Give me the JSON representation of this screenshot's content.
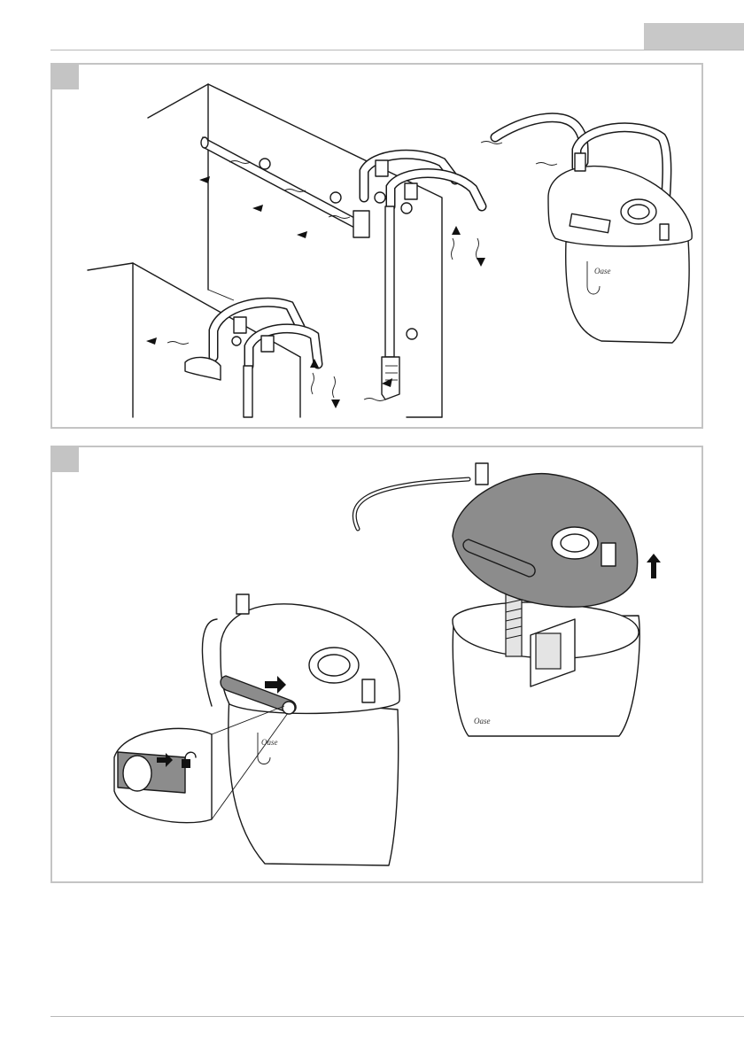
{
  "page": {
    "logo_text": "Oase",
    "accent_gray": "#c4c4c4",
    "device_top_gray": "#8c8c8c"
  },
  "figure_1": {
    "contents": [
      "aquarium-pipework",
      "inlet-pipe",
      "outlet-pipe",
      "filter-canister",
      "flow-arrows"
    ]
  },
  "figure_2": {
    "contents": [
      "filter-closed",
      "lock-slider-detail",
      "filter-lid-lifted",
      "lift-arrow"
    ]
  }
}
